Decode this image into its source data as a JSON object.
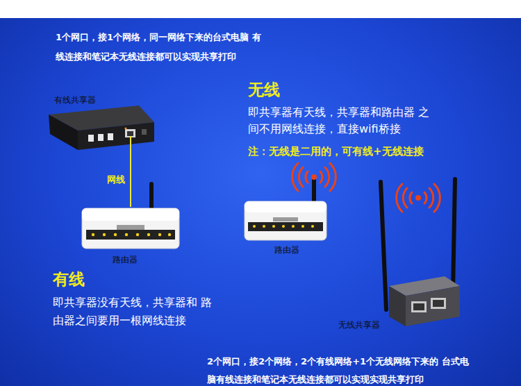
{
  "diagram": {
    "nodes": [
      {
        "text": [
          "有线共享器"
        ]
      },
      {
        "text": [
          "路由器"
        ]
      },
      {
        "text": [
          "路由器"
        ]
      },
      {
        "text": [
          "无线共享器"
        ]
      }
    ],
    "edges": [
      {
        "from": 0,
        "to": 1,
        "arrow": "none",
        "label": "网线"
      }
    ],
    "labels": [
      "1个网口，接1个网络，同一网络下来的台式电脑 有线连接和笔记本无线连接都可以实现共享打印",
      "无线",
      "即共享器有天线，共享器和路由器 之间不用网线连接，直接wifi桥接",
      "注：无线是二用的，可有线+无线连接",
      "有线",
      "即共享器没有天线，共享器和 路由器之间要用一根网线连接",
      "2个网口，接2个网络，2个有线网络+1个无线网络下来的 台式电脑有线连接和笔记本无线连接都可以实现实现共享打印"
    ]
  }
}
